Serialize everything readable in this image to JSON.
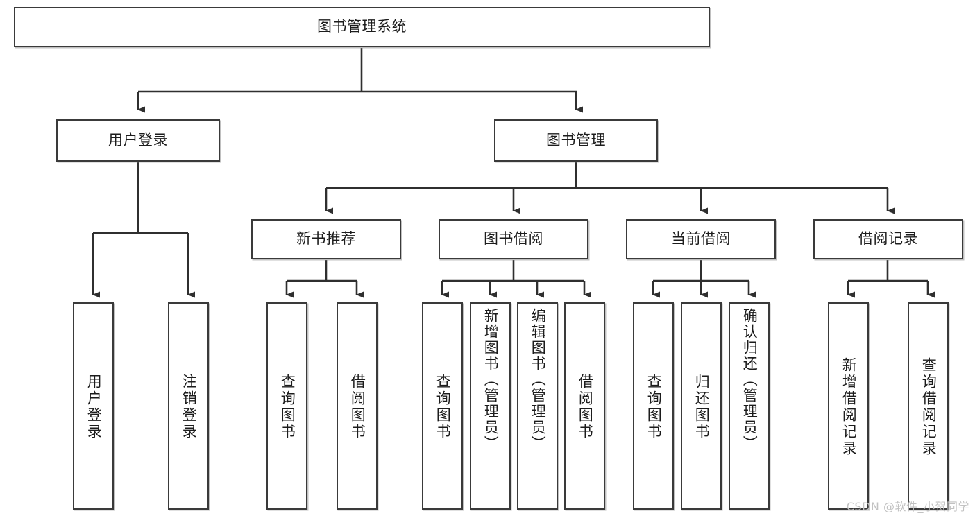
{
  "diagram": {
    "title": "图书管理系统",
    "type": "tree-hierarchy",
    "watermark": "CSDN @软件_小贺同学",
    "colors": {
      "box_border": "#3a3a3a",
      "box_fill": "#ffffff",
      "connector": "#2f2f2f",
      "text": "#1c1c1c",
      "watermark": "#c2c2c2"
    },
    "root": {
      "label": "图书管理系统"
    },
    "level2": [
      {
        "label": "用户登录"
      },
      {
        "label": "图书管理"
      }
    ],
    "level3": [
      {
        "label": "新书推荐"
      },
      {
        "label": "图书借阅"
      },
      {
        "label": "当前借阅"
      },
      {
        "label": "借阅记录"
      }
    ],
    "leaves": {
      "user_login": [
        {
          "label": "用户登录"
        },
        {
          "label": "注销登录"
        }
      ],
      "new_book": [
        {
          "label": "查询图书"
        },
        {
          "label": "借阅图书"
        }
      ],
      "book_borrow": [
        {
          "label": "查询图书"
        },
        {
          "label": "新增图书（管理员）"
        },
        {
          "label": "编辑图书（管理员）"
        },
        {
          "label": "借阅图书"
        }
      ],
      "current_borrow": [
        {
          "label": "查询图书"
        },
        {
          "label": "归还图书"
        },
        {
          "label": "确认归还（管理员）"
        }
      ],
      "borrow_record": [
        {
          "label": "新增借阅记录"
        },
        {
          "label": "查询借阅记录"
        }
      ]
    }
  }
}
